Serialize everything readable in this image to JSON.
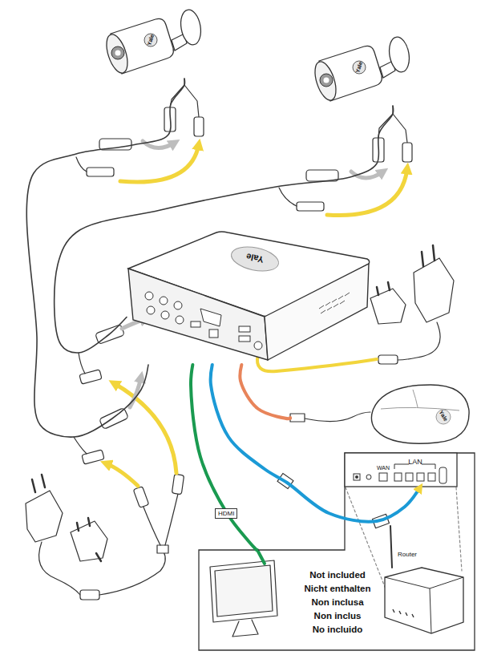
{
  "diagram": {
    "nodes": [
      {
        "text": [
          "Yale"
        ]
      },
      {
        "text": [
          "Yale"
        ]
      },
      {
        "text": [
          "Yale"
        ]
      },
      {
        "text": [
          "Yale"
        ]
      },
      {
        "text": [
          "Not included",
          "Nicht enthalten",
          "Non inclusa",
          "Non inclus",
          "No incluido"
        ]
      },
      {
        "text": [
          "WAN",
          "LAN"
        ],
        "in": 4
      },
      {
        "text": [
          "Router"
        ],
        "in": 4
      }
    ],
    "edges": [
      {
        "from": 0,
        "to": 2,
        "arrow": "none"
      },
      {
        "from": 1,
        "to": 2,
        "arrow": "none"
      },
      {
        "from": 2,
        "to": 3,
        "arrow": "none"
      },
      {
        "from": 2,
        "to": 5,
        "arrow": "to"
      },
      {
        "from": 2,
        "to": 4,
        "label": "HDMI",
        "arrow": "none"
      }
    ]
  }
}
